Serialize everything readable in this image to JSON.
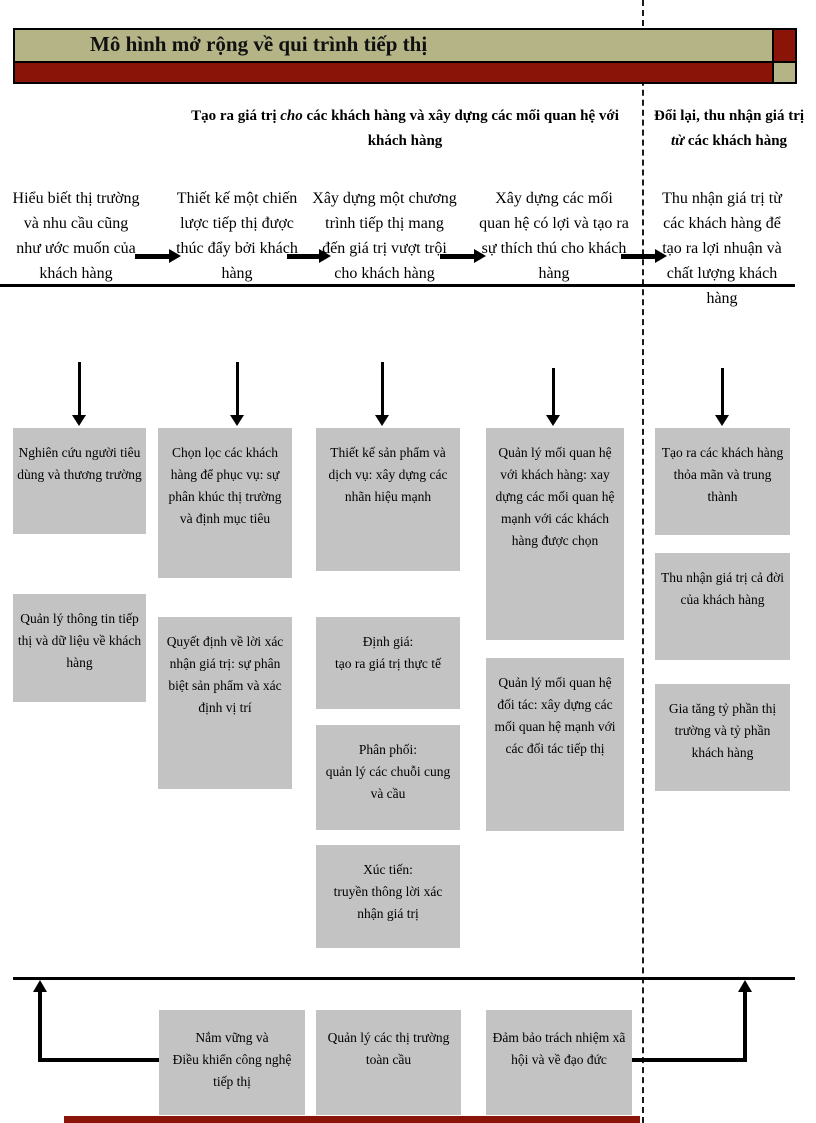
{
  "banner": {
    "title": "Mô hình mở rộng về qui trình tiếp thị"
  },
  "headers": {
    "left_pre": "Tạo ra giá trị ",
    "left_italic": "cho",
    "left_post": " các khách hàng và xây dựng các mối quan hệ với khách hàng",
    "right_pre": "Đổi lại, thu nhận giá trị ",
    "right_italic": "từ",
    "right_post": " các khách hàng"
  },
  "steps": [
    "Hiểu biết thị trường và nhu cầu cũng như ước muốn của khách hàng",
    "Thiết kế một chiến lược tiếp thị được thúc đẩy bởi khách hàng",
    "Xây dựng một chương trình tiếp thị mang đến giá trị vượt trội cho khách hàng",
    "Xây dựng các mối quan hệ có lợi và tạo ra sự thích thú cho khách hàng",
    "Thu nhận giá trị từ các khách hàng để tạo ra lợi nhuận và chất lượng khách hàng"
  ],
  "boxes": {
    "col1": [
      "Nghiên cứu người tiêu dùng và thương trường",
      "Quản lý thông tin tiếp thị và dữ liệu về khách hàng"
    ],
    "col2": [
      "Chọn lọc các khách hàng để phục vụ: sự phân khúc thị trường và định mục tiêu",
      "Quyết định về lời xác nhận giá trị: sự phân biệt sản phẩm và xác định vị trí"
    ],
    "col3": [
      "Thiết kế sản phẩm và dịch vụ: xây dựng các nhãn hiệu mạnh",
      "Định giá:\ntạo ra giá trị thực tế",
      "Phân phối:\nquản lý các chuỗi cung và cầu",
      "Xúc tiến:\ntruyền thông lời xác nhận giá trị"
    ],
    "col4": [
      "Quản lý mối quan hệ với khách hàng: xay dựng các mối quan hệ mạnh với các khách hàng được chọn",
      "Quản lý mối quan hệ đối tác: xây dựng các mối quan hệ mạnh với các đối tác tiếp thị"
    ],
    "col5": [
      "Tạo ra các khách hàng thỏa mãn và trung thành",
      "Thu nhận giá trị cả đời của khách hàng",
      "Gia tăng tỷ phần thị trường và tỷ phần khách hàng"
    ]
  },
  "bottom": [
    "Nắm vững và\nĐiều khiển công nghệ tiếp thị",
    "Quản lý các thị trường toàn cầu",
    "Đảm bảo trách nhiệm xã hội và về đạo đức"
  ],
  "colors": {
    "khaki": "#b4b487",
    "dark_red": "#8a1408",
    "box_gray": "#c3c3c3",
    "line_black": "#000000"
  }
}
